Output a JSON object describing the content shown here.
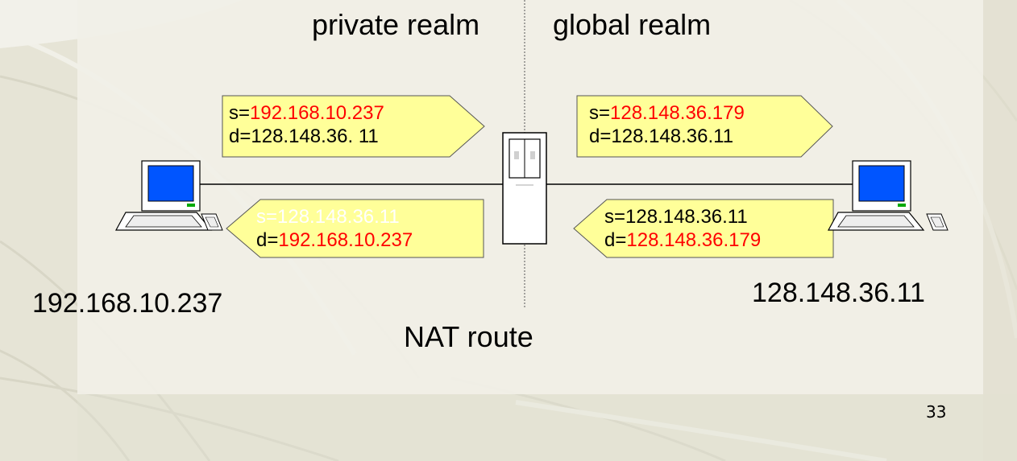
{
  "realms": {
    "private": "private realm",
    "global": "global realm"
  },
  "router_label": "NAT route",
  "hosts": {
    "private_ip": "192.168.10.237",
    "public_ip": "128.148.36.11"
  },
  "packets": {
    "private_out": {
      "s_prefix": "s=",
      "s_value": "192.168.10.237",
      "d_prefix": "d=",
      "d_value": "128.148.36. 11"
    },
    "global_out": {
      "s_prefix": "s=",
      "s_value": "128.148.36.179",
      "d_prefix": "d=",
      "d_value": "128.148.36.11"
    },
    "private_in": {
      "s_text": "s=128.148.36.11",
      "d_prefix": "d=",
      "d_value": "192.168.10.237"
    },
    "global_in": {
      "s_text": "s=128.148.36.11",
      "d_prefix": "d=",
      "d_value": "128.148.36.179"
    }
  },
  "slide_number": "33",
  "colors": {
    "packet_fill": "#ffff99",
    "highlight": "#ff0000",
    "screen": "#0055ff"
  }
}
